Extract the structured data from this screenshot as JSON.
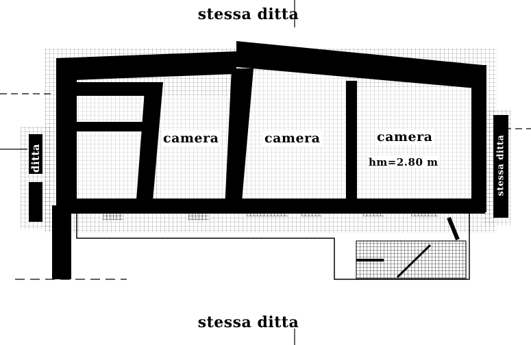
{
  "labels": {
    "top": "stessa ditta",
    "bottom": "stessa ditta",
    "left": "ditta",
    "right": "stessa ditta"
  },
  "rooms": [
    {
      "id": "room-2",
      "label": "camera"
    },
    {
      "id": "room-3",
      "label": "camera"
    },
    {
      "id": "room-4",
      "label": "camera",
      "height_note": "hm=2.80 m"
    }
  ],
  "colors": {
    "ink": "#000000",
    "paper": "#ffffff"
  }
}
